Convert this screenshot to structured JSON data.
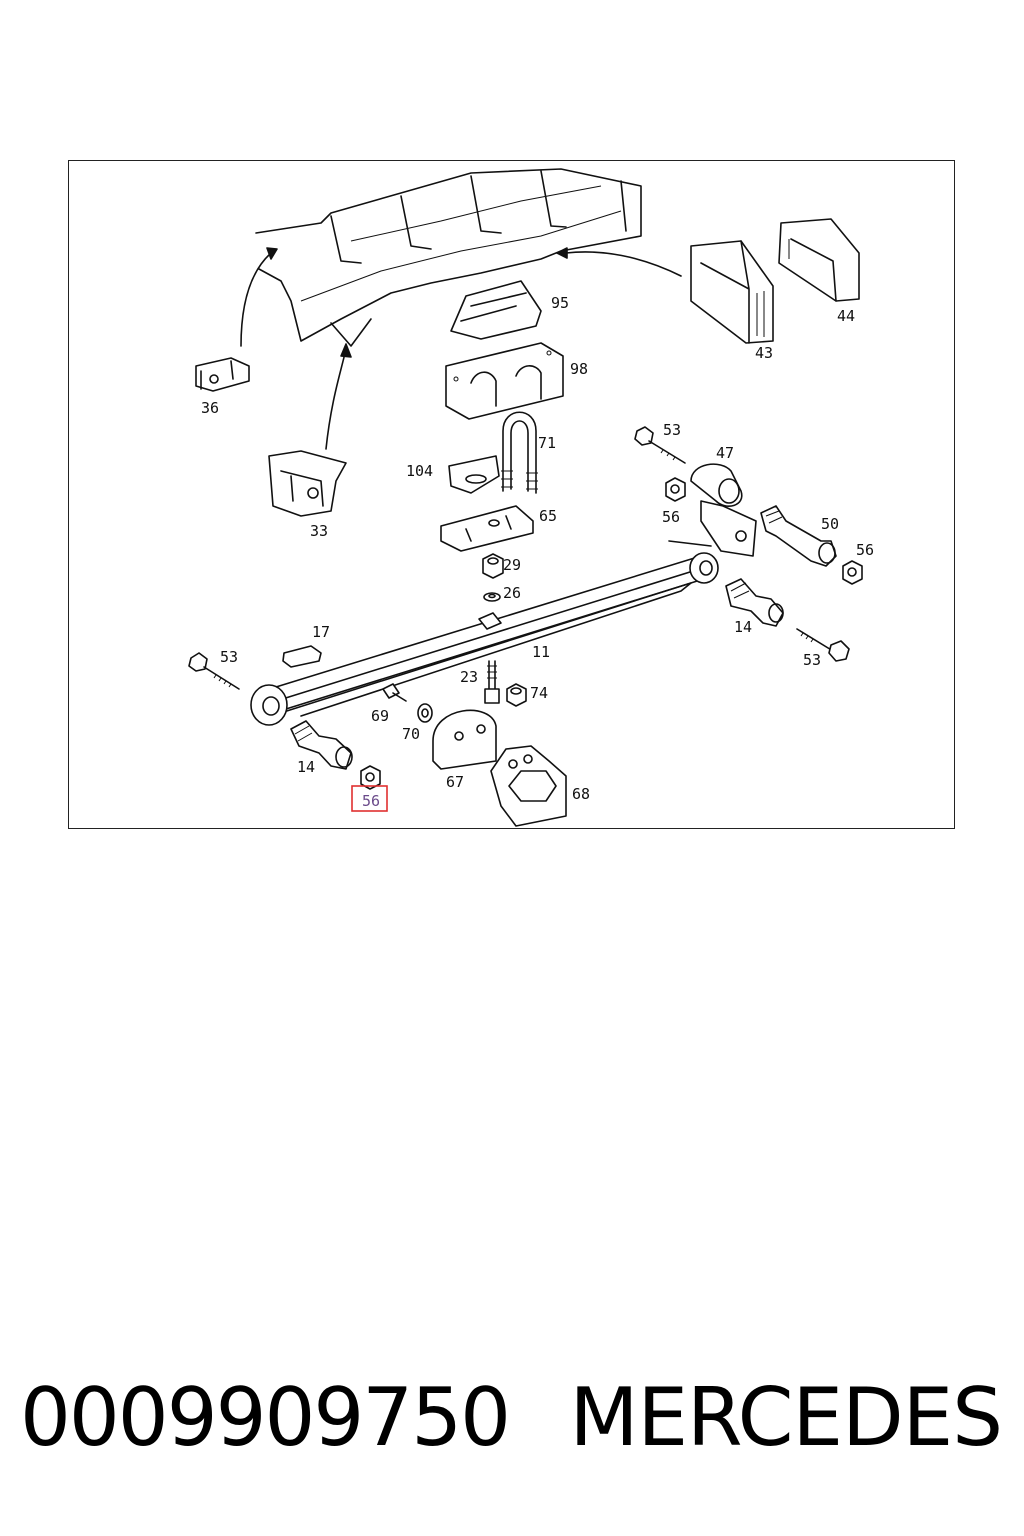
{
  "footer": {
    "part_number": "0009909750",
    "brand": "MERCEDES"
  },
  "diagram": {
    "highlight_color": "#e03030",
    "callouts": {
      "c95": "95",
      "c98": "98",
      "c44": "44",
      "c43": "43",
      "c36": "36",
      "c71": "71",
      "c104": "104",
      "c33": "33",
      "c65": "65",
      "c53a": "53",
      "c47": "47",
      "c56a": "56",
      "c50": "50",
      "c56b": "56",
      "c29": "29",
      "c26": "26",
      "c17": "17",
      "c53b": "53",
      "c11": "11",
      "c14a": "14",
      "c53c": "53",
      "c23": "23",
      "c74": "74",
      "c69": "69",
      "c70": "70",
      "c14b": "14",
      "c67": "67",
      "c68": "68",
      "c56c": "56"
    }
  }
}
